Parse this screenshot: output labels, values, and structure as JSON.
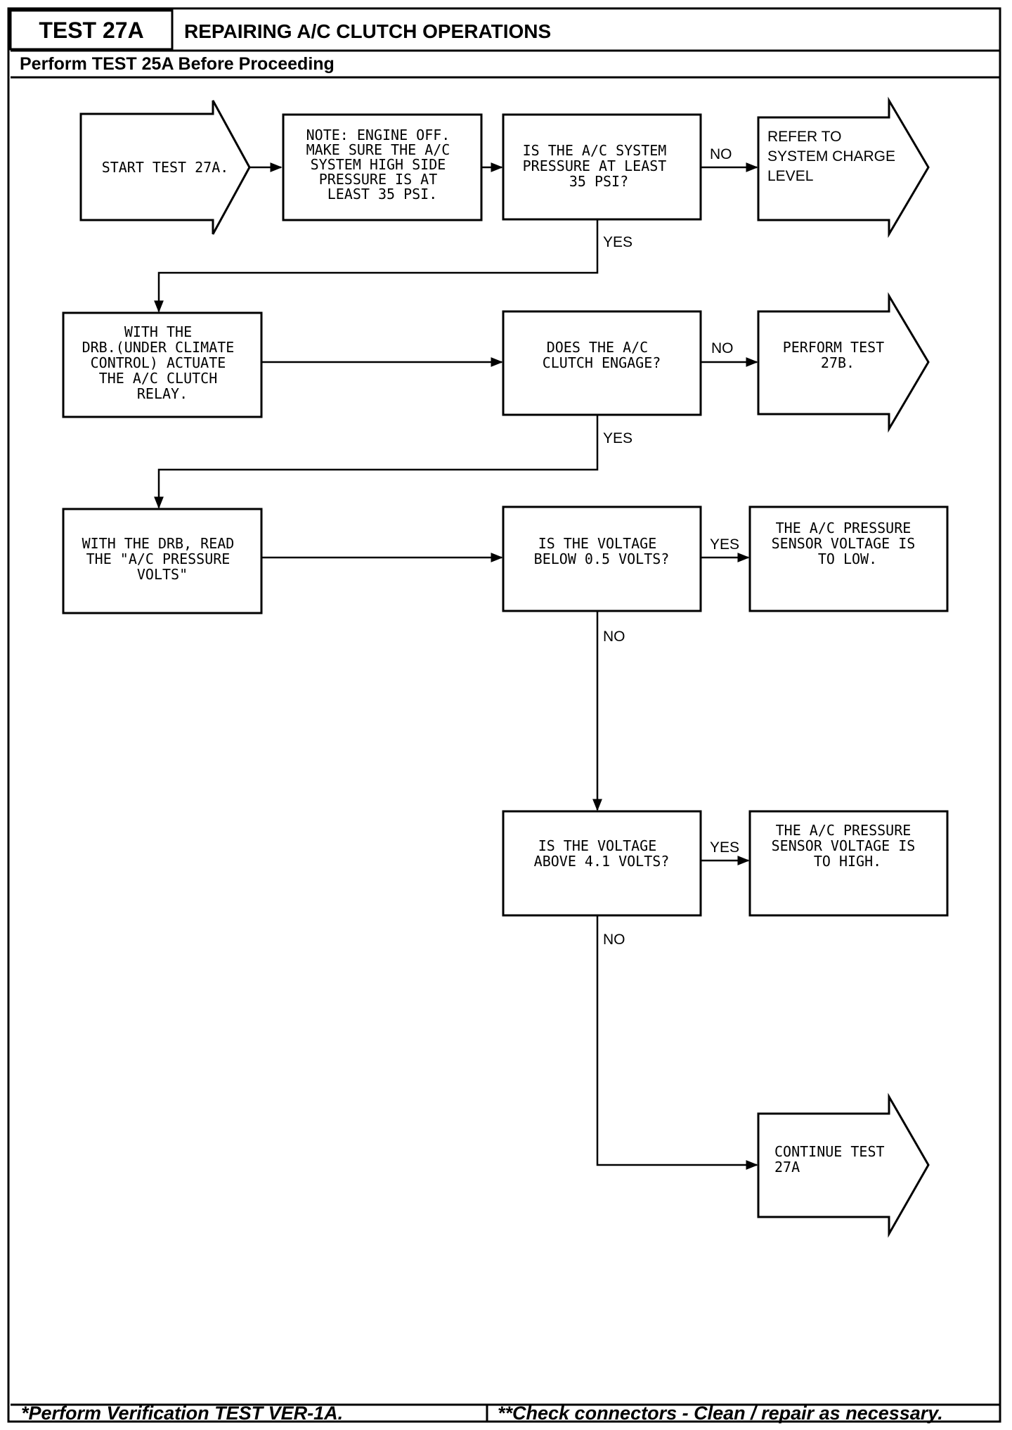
{
  "header": {
    "test_id": "TEST 27A",
    "title": "REPAIRING A/C CLUTCH OPERATIONS",
    "subtitle": "Perform TEST 25A Before Proceeding"
  },
  "footer": {
    "left": "*Perform Verification TEST VER-1A.",
    "right": "**Check connectors - Clean / repair as necessary."
  },
  "nodes": {
    "start": {
      "shape": "arrow",
      "lines": [
        "START TEST 27A."
      ]
    },
    "note": {
      "shape": "box",
      "lines": [
        "NOTE: ENGINE OFF.",
        "MAKE SURE THE A/C",
        "SYSTEM HIGH SIDE",
        "PRESSURE IS AT",
        "LEAST 35 PSI."
      ]
    },
    "q_pressure": {
      "shape": "box",
      "lines": [
        "IS THE A/C SYSTEM",
        "PRESSURE AT LEAST",
        "35 PSI?"
      ]
    },
    "refer": {
      "shape": "arrow",
      "lines": [
        "REFER TO",
        "SYSTEM CHARGE",
        "LEVEL"
      ]
    },
    "actuate": {
      "shape": "box",
      "lines": [
        "WITH THE",
        "DRB.(UNDER CLIMATE",
        "CONTROL) ACTUATE",
        "THE A/C CLUTCH",
        "RELAY."
      ]
    },
    "q_engage": {
      "shape": "box",
      "lines": [
        "DOES THE A/C",
        "CLUTCH ENGAGE?"
      ]
    },
    "test27b": {
      "shape": "arrow",
      "lines": [
        "PERFORM TEST",
        "27B."
      ]
    },
    "read_volts": {
      "shape": "box",
      "lines": [
        "WITH THE DRB, READ",
        "THE \"A/C PRESSURE",
        "VOLTS\""
      ]
    },
    "q_below": {
      "shape": "box",
      "lines": [
        "IS THE VOLTAGE",
        "BELOW 0.5 VOLTS?"
      ]
    },
    "too_low": {
      "shape": "box",
      "lines": [
        "THE A/C PRESSURE",
        "SENSOR VOLTAGE IS",
        "TO LOW."
      ]
    },
    "q_above": {
      "shape": "box",
      "lines": [
        "IS THE VOLTAGE",
        "ABOVE 4.1 VOLTS?"
      ]
    },
    "too_high": {
      "shape": "box",
      "lines": [
        "THE A/C PRESSURE",
        "SENSOR VOLTAGE IS",
        "TO HIGH."
      ]
    },
    "continue": {
      "shape": "arrow",
      "lines": [
        "CONTINUE TEST",
        "27A"
      ]
    }
  },
  "edges": [
    {
      "from": "start",
      "to": "note",
      "label": ""
    },
    {
      "from": "note",
      "to": "q_pressure",
      "label": ""
    },
    {
      "from": "q_pressure",
      "to": "refer",
      "label": "NO"
    },
    {
      "from": "q_pressure",
      "to": "actuate",
      "label": "YES"
    },
    {
      "from": "actuate",
      "to": "q_engage",
      "label": ""
    },
    {
      "from": "q_engage",
      "to": "test27b",
      "label": "NO"
    },
    {
      "from": "q_engage",
      "to": "read_volts",
      "label": "YES"
    },
    {
      "from": "read_volts",
      "to": "q_below",
      "label": ""
    },
    {
      "from": "q_below",
      "to": "too_low",
      "label": "YES"
    },
    {
      "from": "q_below",
      "to": "q_above",
      "label": "NO"
    },
    {
      "from": "q_above",
      "to": "too_high",
      "label": "YES"
    },
    {
      "from": "q_above",
      "to": "continue",
      "label": "NO"
    }
  ]
}
